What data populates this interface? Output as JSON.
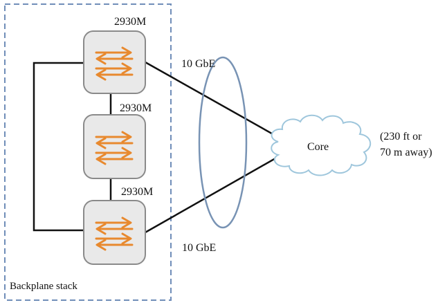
{
  "colors": {
    "stack_border": "#6f8db8",
    "switch_fill": "#e9e9e9",
    "switch_stroke": "#8a8a8a",
    "arrow": "#e8892e",
    "link": "#111111",
    "lag_ellipse": "#7893b4",
    "cloud_stroke": "#9ec6dc",
    "cloud_fill": "#ffffff"
  },
  "stack": {
    "label": "Backplane stack"
  },
  "switches": [
    {
      "model": "2930M",
      "icon": "switch-arrows-icon"
    },
    {
      "model": "2930M",
      "icon": "switch-arrows-icon"
    },
    {
      "model": "2930M",
      "icon": "switch-arrows-icon"
    }
  ],
  "links": {
    "top_label": "10 GbE",
    "bottom_label": "10 GbE"
  },
  "core": {
    "label": "Core",
    "icon": "cloud-icon"
  },
  "distance": {
    "line1": "(230 ft or",
    "line2": "70 m away)"
  }
}
